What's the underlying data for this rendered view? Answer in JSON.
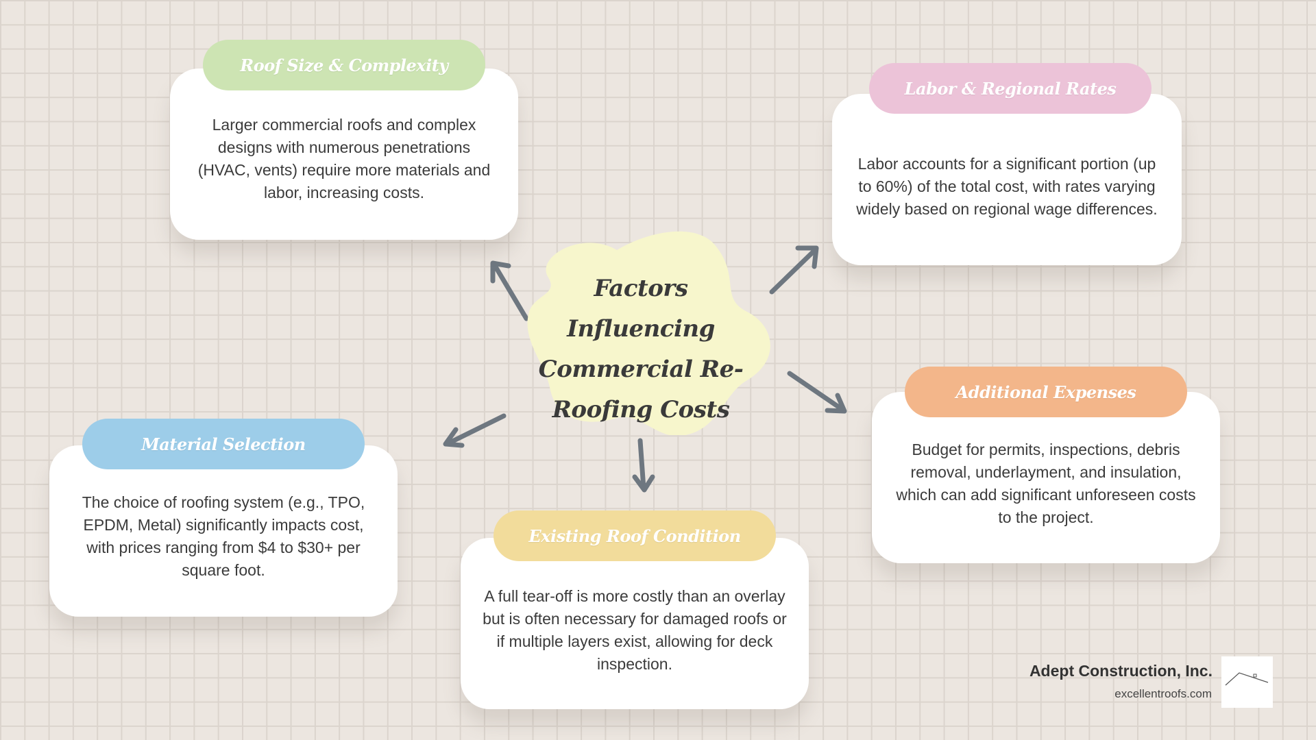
{
  "center": {
    "title": "Factors Influencing Commercial Re-Roofing Costs",
    "fill": "#f7f6cc"
  },
  "factors": {
    "roof_size": {
      "label": "Roof Size & Complexity",
      "description": "Larger commercial roofs and complex designs with numerous penetrations (HVAC, vents) require more materials and labor, increasing costs.",
      "color": "#cde4b3"
    },
    "labor": {
      "label": "Labor & Regional Rates",
      "description": "Labor accounts for a significant portion (up to 60%) of the total cost, with rates varying widely based on regional wage differences.",
      "color": "#ecc3d8"
    },
    "material": {
      "label": "Material Selection",
      "description": "The choice of roofing system (e.g., TPO, EPDM, Metal) significantly impacts cost, with prices ranging from $4 to $30+ per square foot.",
      "color": "#9dcde9"
    },
    "existing": {
      "label": "Existing Roof Condition",
      "description": "A full tear-off is more costly than an overlay but is often necessary for damaged roofs or if multiple layers exist, allowing for deck inspection.",
      "color": "#f2dc9b"
    },
    "additional": {
      "label": "Additional Expenses",
      "description": "Budget for permits, inspections, debris removal, underlayment, and insulation, which can add significant unforeseen costs to the project.",
      "color": "#f3b68a"
    }
  },
  "arrow_color": "#6e7780",
  "brand": {
    "name": "Adept Construction, Inc.",
    "url": "excellentroofs.com"
  }
}
